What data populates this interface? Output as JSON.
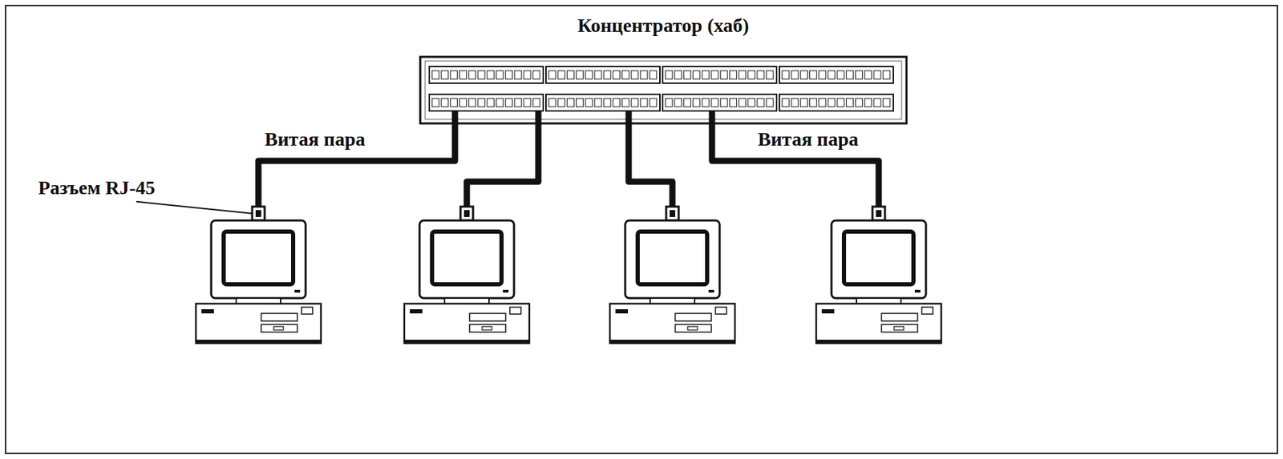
{
  "diagram": {
    "nodes": [
      {
        "text": [
          "Концентратор (хаб)"
        ]
      }
    ],
    "labels": [
      "Витая пара",
      "Витая пара",
      "Разъем RJ-45"
    ]
  }
}
